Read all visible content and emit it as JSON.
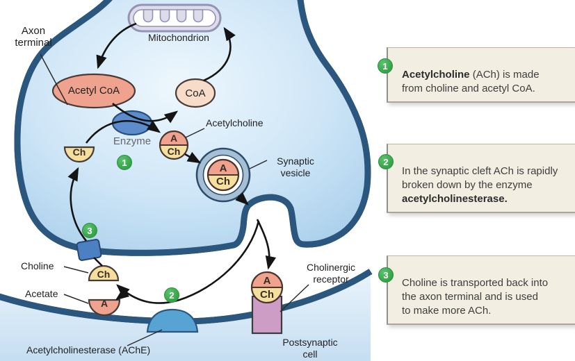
{
  "diagram": {
    "labels": {
      "axon_terminal": "Axon\nterminal",
      "mitochondrion": "Mitochondrion",
      "acetyl_coa": "Acetyl CoA",
      "coa": "CoA",
      "enzyme": "Enzyme",
      "acetylcholine": "Acetylcholine",
      "synaptic_vesicle": "Synaptic\nvesicle",
      "choline": "Choline",
      "acetate": "Acetate",
      "ache": "Acetylcholinesterase (AChE)",
      "cholinergic_receptor": "Cholinergic\nreceptor",
      "postsynaptic_cell": "Postsynaptic\ncell"
    },
    "molecules": {
      "a": "A",
      "ch": "Ch"
    },
    "colors": {
      "membrane_outline": "#2b567e",
      "membrane_band": "#b5d6ee",
      "terminal_fill_edge": "#a9cfeb",
      "acetyl_coa_fill": "#efa28e",
      "coa_fill": "#f7dcc9",
      "choline_fill": "#f5df9f",
      "enzyme_fill": "#5d8ccd",
      "vesicle_ring": "#a6bfd5",
      "ache_fill": "#57a3d4",
      "receptor_fill": "#cd9dc6",
      "transporter_fill": "#4c80c2",
      "badge_green": "#3aa94d",
      "box_cream": "#f2efe2"
    }
  },
  "steps": [
    {
      "number": "1",
      "parts": [
        {
          "text": "Acetylcholine",
          "bold": true
        },
        {
          "text": " (ACh) is made\nfrom choline and acetyl CoA.",
          "bold": false
        }
      ]
    },
    {
      "number": "2",
      "parts": [
        {
          "text": "In the synaptic cleft ACh is rapidly\nbroken down by the enzyme\n",
          "bold": false
        },
        {
          "text": "acetylcholinesterase.",
          "bold": true
        }
      ]
    },
    {
      "number": "3",
      "parts": [
        {
          "text": "Choline is transported back into\nthe axon terminal and is used\nto make more ACh.",
          "bold": false
        }
      ]
    }
  ]
}
